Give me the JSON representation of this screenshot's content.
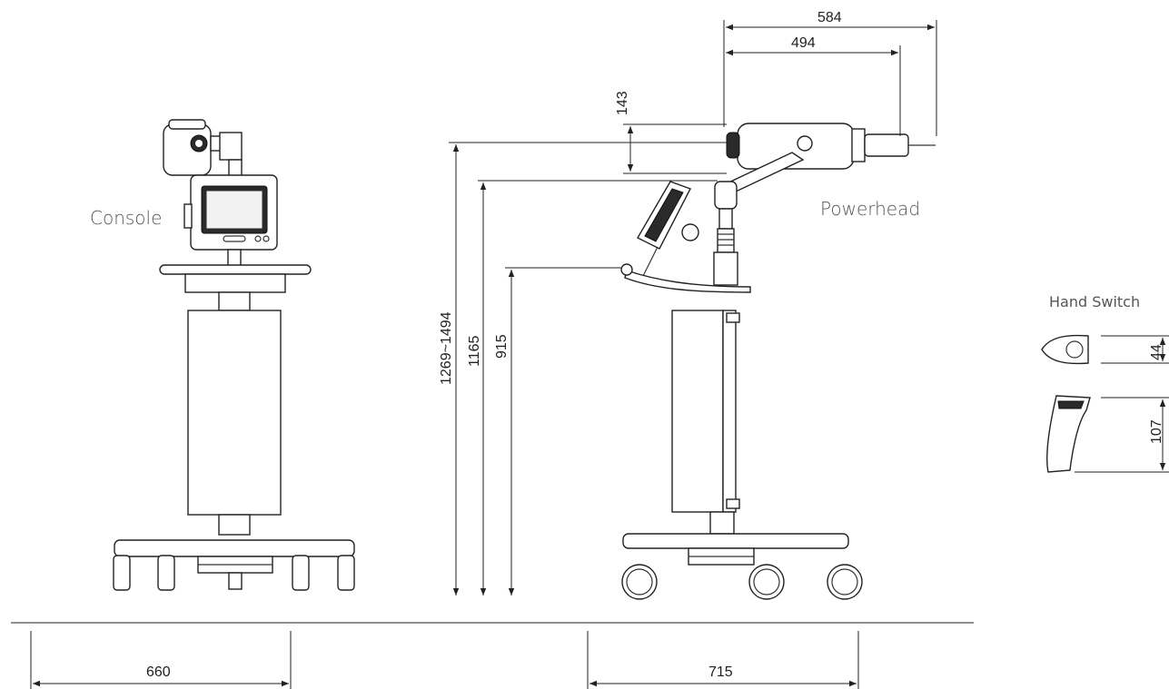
{
  "labels": {
    "console": "Console",
    "powerhead": "Powerhead",
    "hand_switch": "Hand Switch"
  },
  "dimensions": {
    "width_584": "584",
    "width_494": "494",
    "offset_143": "143",
    "height_range": "1269~1494",
    "height_1165": "1165",
    "height_915": "915",
    "base_width_660": "660",
    "base_width_715": "715",
    "switch_width_44": "44",
    "switch_height_107": "107"
  }
}
